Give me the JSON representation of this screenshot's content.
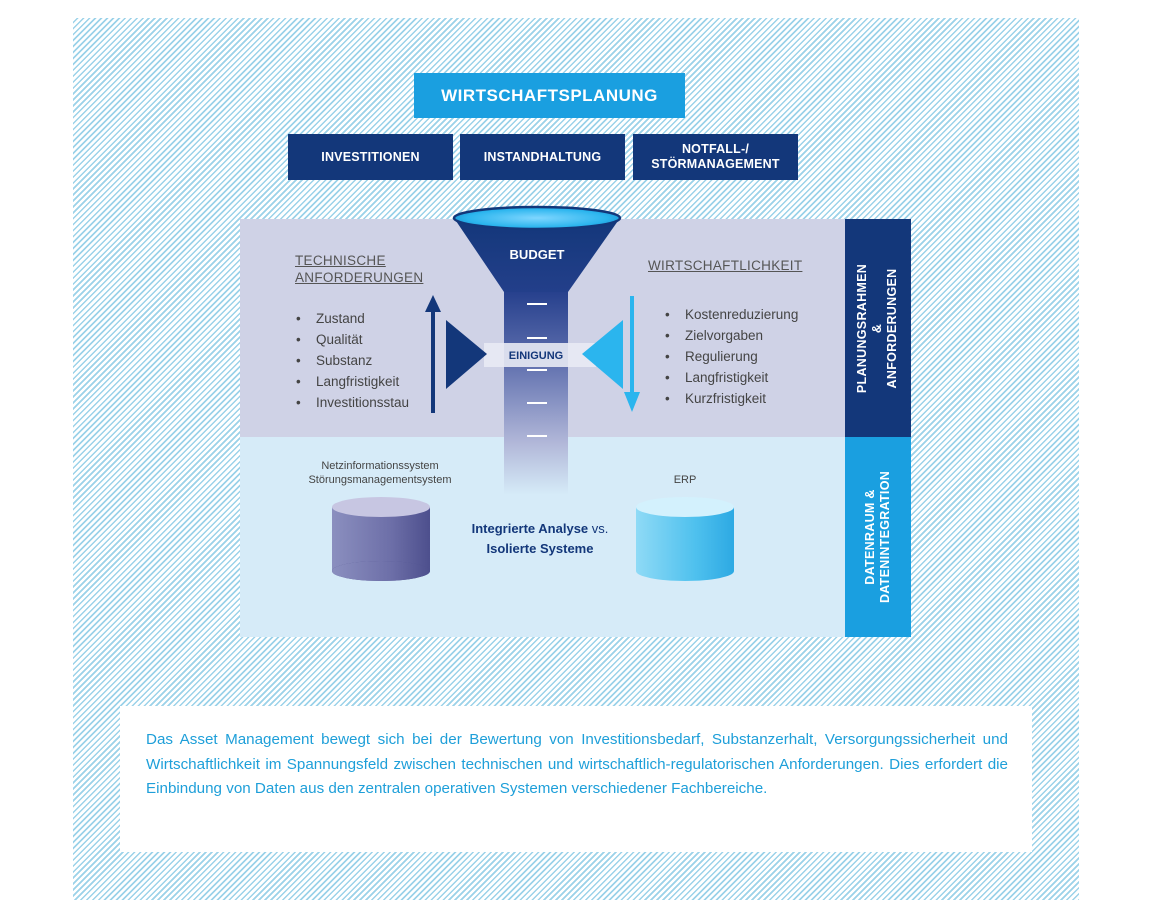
{
  "title": "WIRTSCHAFTSPLANUNG",
  "categories": [
    {
      "label": "INVESTITIONEN"
    },
    {
      "label": "INSTANDHALTUNG"
    },
    {
      "label": "NOTFALL-/\nSTÖRMANAGEMENT"
    }
  ],
  "funnel": {
    "label": "BUDGET",
    "agreement_label": "EINIGUNG",
    "colors": {
      "rim": "#2bb5ee",
      "body_top": "#13377a",
      "body_bottom": "#cfd2e6"
    }
  },
  "technical": {
    "heading": "TECHNISCHE\nANFORDERUNGEN",
    "items": [
      "Zustand",
      "Qualität",
      "Substanz",
      "Langfristigkeit",
      "Investitionsstau"
    ],
    "color": "#13377a"
  },
  "economic": {
    "heading": "WIRTSCHAFTLICHKEIT",
    "items": [
      "Kostenreduzierung",
      "Zielvorgaben",
      "Regulierung",
      "Langfristigkeit",
      "Kurzfristigkeit"
    ],
    "color": "#2bb5ee"
  },
  "side_labels": {
    "upper": "PLANUNGSRAHMEN &\nANFORDERUNGEN",
    "lower": "DATENRAUM &\nDATENINTEGRATION"
  },
  "databases": {
    "left_caption": "Netzinformationssystem\nStörungsmanagementsystem",
    "right_caption": "ERP",
    "center_bold_1": "Integrierte Analyse",
    "center_vs": " vs.",
    "center_bold_2": "Isolierte Systeme"
  },
  "caption": "Das Asset Management bewegt sich bei der Bewertung von Investitionsbedarf, Substanzerhalt, Versorgungs­sicherheit und Wirtschaftlichkeit im Spannungsfeld zwischen technischen und wirtschaftlich-regulatorischen Anforderungen. Dies erfordert die Einbindung von Daten aus den zentralen operativen Systemen verschiede­ner Fachbereiche."
}
